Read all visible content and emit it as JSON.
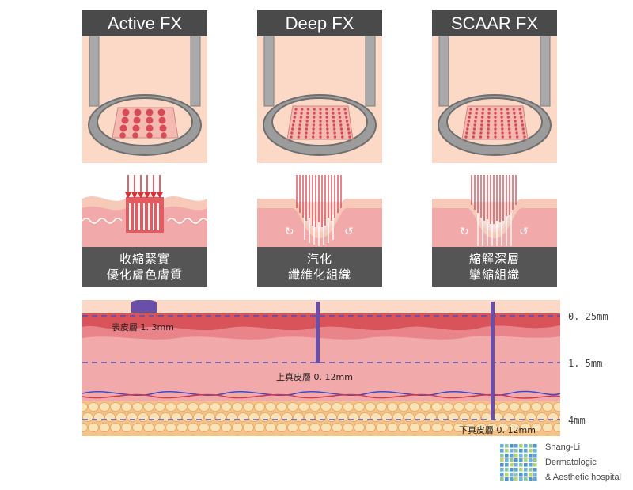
{
  "columns": [
    {
      "title": "Active FX",
      "caption_line1": "收縮緊實",
      "caption_line2": "優化膚色膚質"
    },
    {
      "title": "Deep FX",
      "caption_line1": "汽化",
      "caption_line2": "纖維化組織"
    },
    {
      "title": "SCAAR FX",
      "caption_line1": "縮解深層",
      "caption_line2": "攣縮組織"
    }
  ],
  "cross_section": {
    "depth_markers": [
      "0. 25mm",
      "1. 5mm",
      "4mm"
    ],
    "layer_labels": {
      "epidermis": "表皮層 1. 3mm",
      "upper_dermis": "上真皮層 0. 12mm",
      "lower_dermis": "下真皮層 0. 12mm"
    }
  },
  "logo": {
    "line1": "Shang-Li",
    "line2": "Dermatologic",
    "line3": "& Aesthetic hospital"
  },
  "colors": {
    "skin_light": "#fbd9c6",
    "skin_pink": "#f1a8a8",
    "epidermis_red": "#d9535b",
    "laser_red": "#e0424a",
    "probe_purple": "#6a4fa8",
    "caption_bg": "#555555",
    "title_bg": "#4a4a4a"
  }
}
